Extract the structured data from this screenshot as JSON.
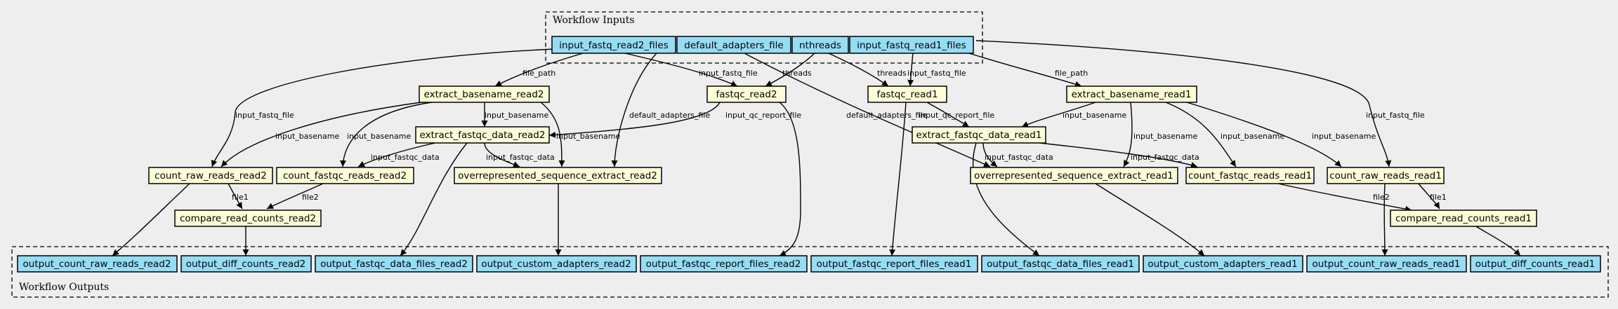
{
  "clusters": {
    "inputs": "Workflow Inputs",
    "outputs": "Workflow Outputs"
  },
  "colors": {
    "io_fill": "#94ddf4",
    "step_fill": "#ffffd8"
  },
  "nodes": {
    "in_read2": "input_fastq_read2_files",
    "in_adapters": "default_adapters_file",
    "in_threads": "nthreads",
    "in_read1": "input_fastq_read1_files",
    "extract_basename_read2": "extract_basename_read2",
    "fastqc_read2": "fastqc_read2",
    "fastqc_read1": "fastqc_read1",
    "extract_basename_read1": "extract_basename_read1",
    "extract_fastqc_data_read2": "extract_fastqc_data_read2",
    "extract_fastqc_data_read1": "extract_fastqc_data_read1",
    "count_raw_reads_read2": "count_raw_reads_read2",
    "count_fastqc_reads_read2": "count_fastqc_reads_read2",
    "overrep_read2": "overrepresented_sequence_extract_read2",
    "overrep_read1": "overrepresented_sequence_extract_read1",
    "count_fastqc_reads_read1": "count_fastqc_reads_read1",
    "count_raw_reads_read1": "count_raw_reads_read1",
    "compare_read2": "compare_read_counts_read2",
    "compare_read1": "compare_read_counts_read1",
    "out_count_raw_read2": "output_count_raw_reads_read2",
    "out_diff_read2": "output_diff_counts_read2",
    "out_fastqc_data_read2": "output_fastqc_data_files_read2",
    "out_adapters_read2": "output_custom_adapters_read2",
    "out_report_read2": "output_fastqc_report_files_read2",
    "out_report_read1": "output_fastqc_report_files_read1",
    "out_fastqc_data_read1": "output_fastqc_data_files_read1",
    "out_adapters_read1": "output_custom_adapters_read1",
    "out_count_raw_read1": "output_count_raw_reads_read1",
    "out_diff_read1": "output_diff_counts_read1"
  },
  "edge_labels": {
    "file_path": "file_path",
    "input_fastq_file": "input_fastq_file",
    "threads": "threads",
    "input_basename": "input_basename",
    "default_adapters_file": "default_adapters_file",
    "input_qc_report_file": "input_qc_report_file",
    "input_fastqc_data": "input_fastqc_data",
    "file1": "file1",
    "file2": "file2"
  }
}
